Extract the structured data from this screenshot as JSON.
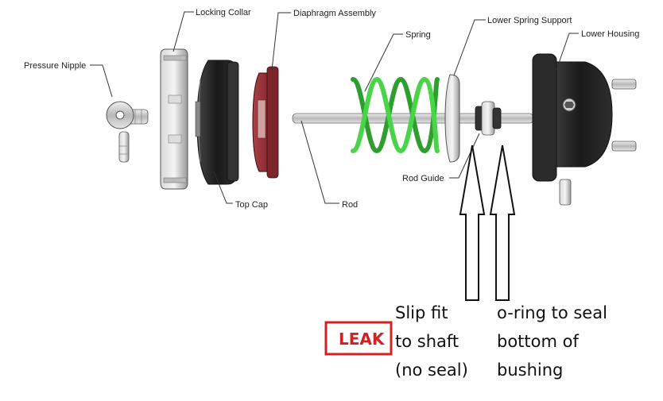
{
  "labels": {
    "pressure_nipple": "Pressure Nipple",
    "locking_collar": "Locking Collar",
    "diaphragm_assembly": "Diaphragm Assembly",
    "spring": "Spring",
    "lower_spring_support": "Lower Spring Support",
    "lower_housing": "Lower Housing",
    "top_cap": "Top Cap",
    "rod": "Rod",
    "rod_guide": "Rod Guide"
  },
  "annotations": {
    "slip_fit": [
      "Slip fit",
      "to shaft",
      "(no seal)"
    ],
    "oring": [
      "o-ring to seal",
      "bottom of",
      "bushing"
    ],
    "leak": "LEAK"
  },
  "colors": {
    "spring": "#3cc83c",
    "diaphragm": "#8c2e32",
    "leak": "#d32020",
    "parts_dark": "#1c1c1c"
  }
}
